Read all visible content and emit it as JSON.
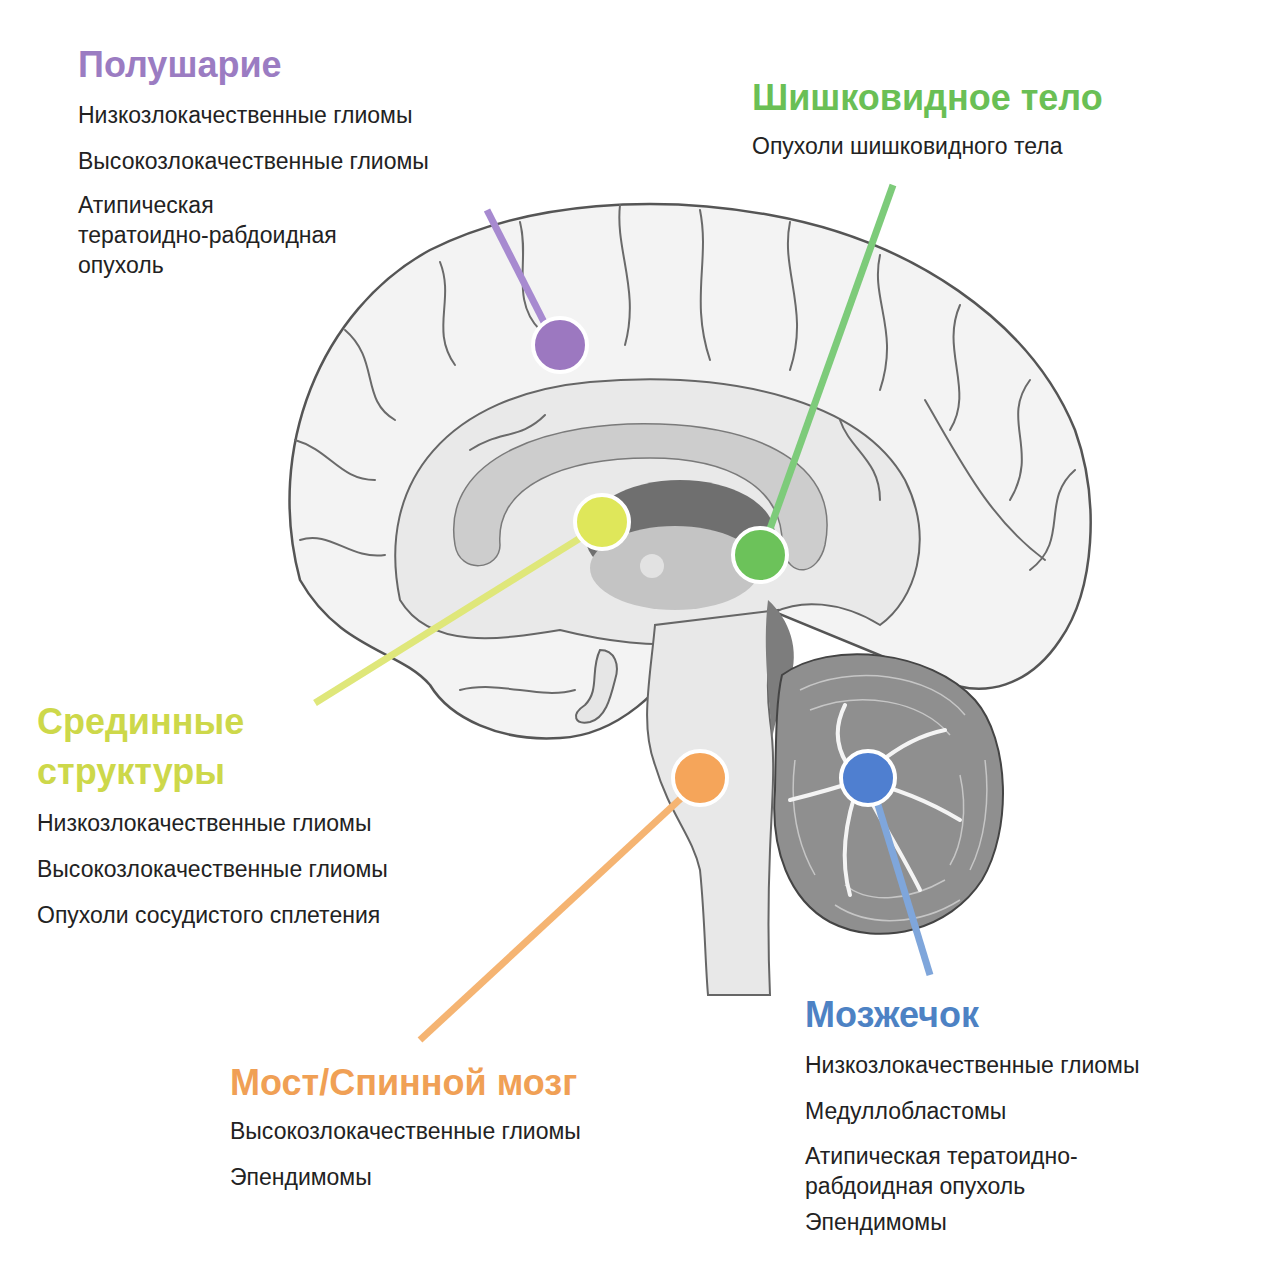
{
  "diagram": {
    "labels": [
      "Полушарие",
      "Низкозлокачественные глиомы",
      "Высокозлокачественные глиомы",
      "Атипическая тератоидно-рабдоидная опухоль",
      "Шишковидное тело",
      "Опухоли шишковидного тела",
      "Срединные структуры",
      "Низкозлокачественные глиомы",
      "Высокозлокачественные глиомы",
      "Опухоли сосудистого сплетения",
      "Мост/Спинной мозг",
      "Высокозлокачественные глиомы",
      "Эпендимомы",
      "Мозжечок",
      "Низкозлокачественные глиомы",
      "Медуллобластомы",
      "Атипическая тератоидно-рабдоидная опухоль",
      "Эпендимомы"
    ]
  }
}
